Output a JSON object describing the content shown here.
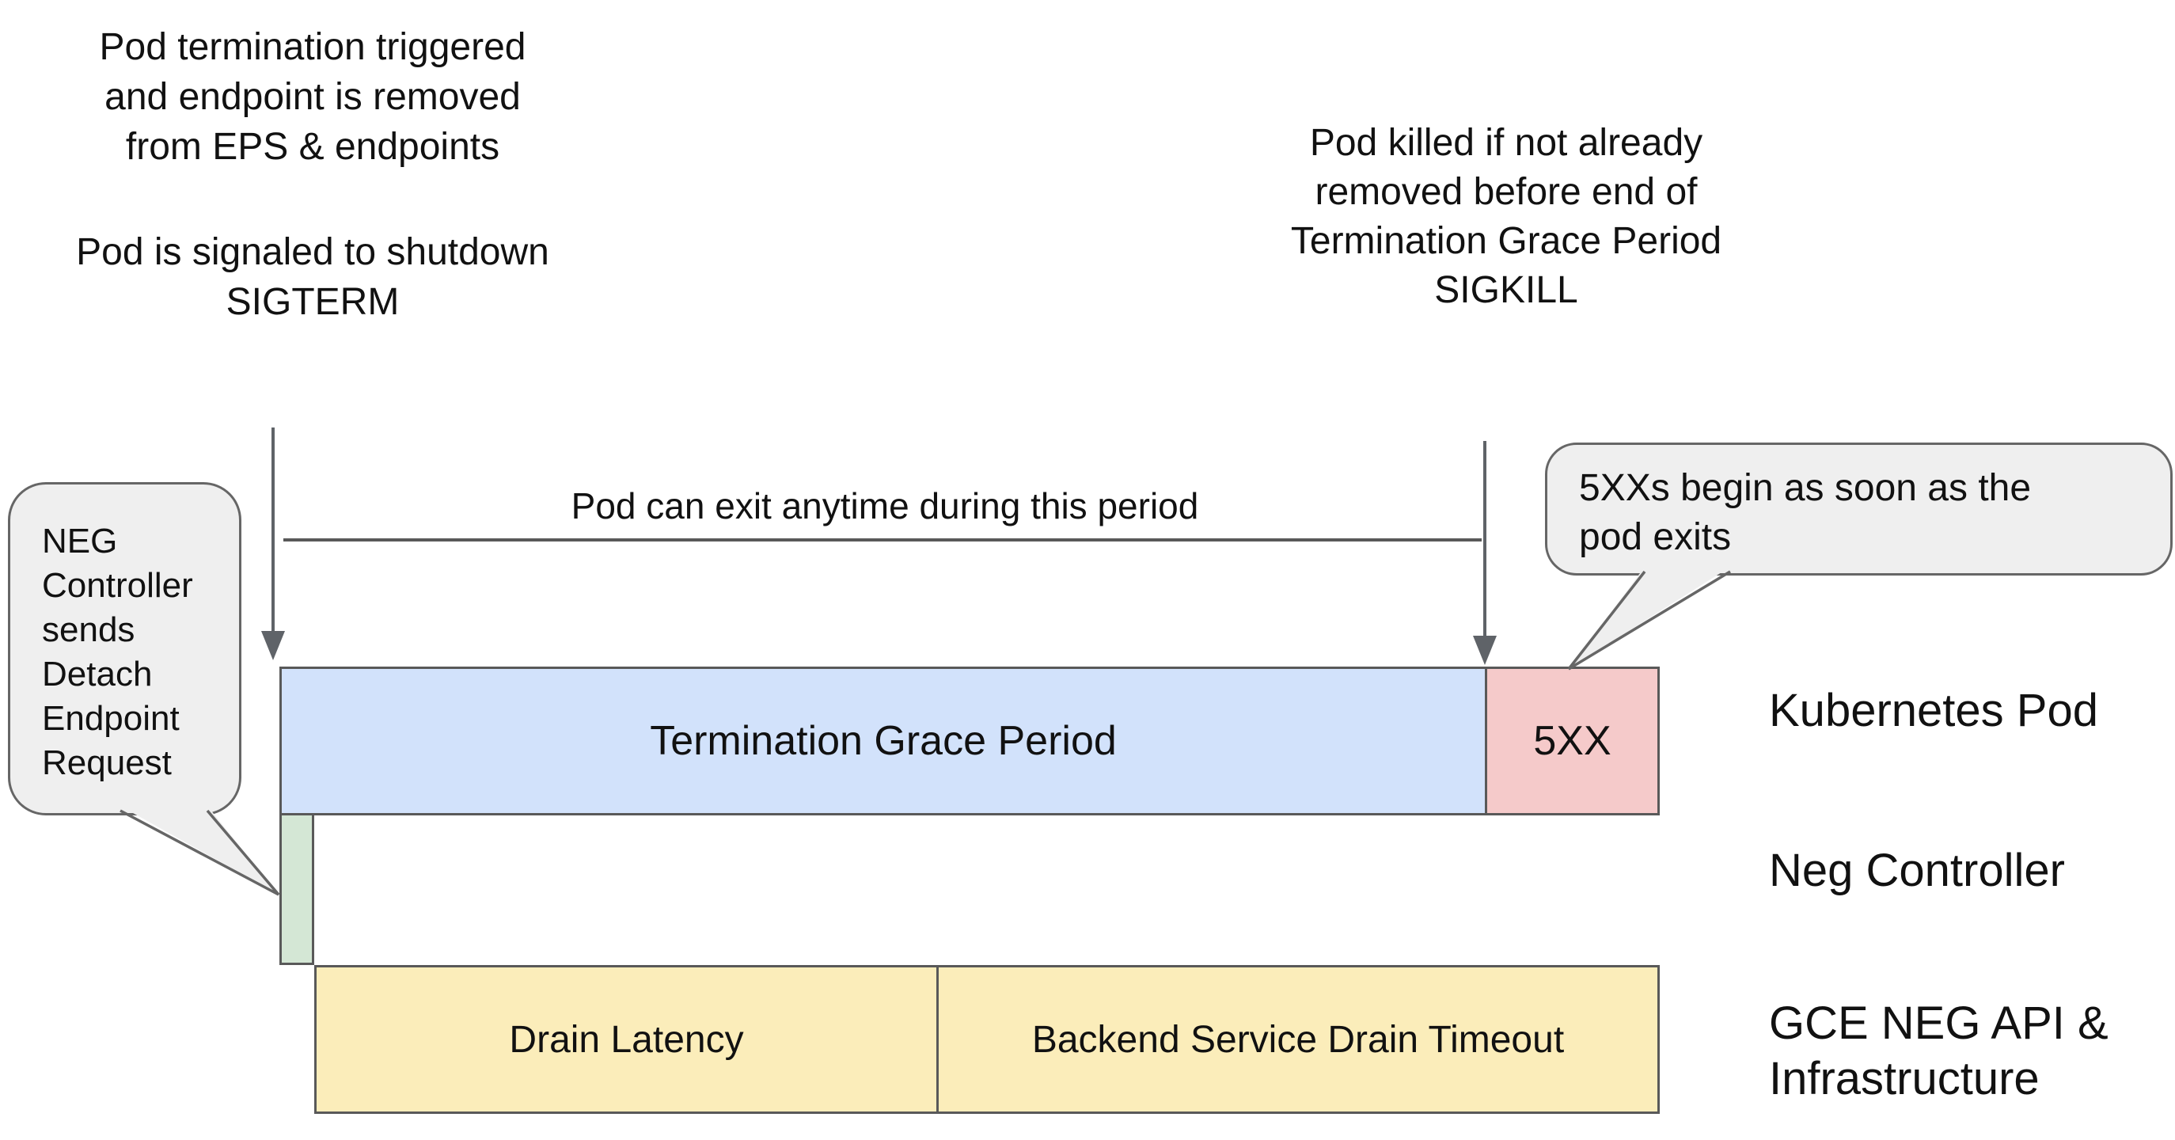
{
  "title": "Kubernetes Pod termination / NEG drain timeline diagram",
  "colors": {
    "grace_period_fill": "#d2e2fb",
    "fivexx_fill": "#f5caca",
    "neg_detach_fill": "#d4e7d5",
    "drain_fill": "#fbedba",
    "bar_border": "#595959",
    "bubble_fill": "#efefef",
    "bubble_border": "#666666",
    "arrow_color": "#5f6368",
    "text_color": "#111111"
  },
  "annotations": {
    "top_left": {
      "lines": [
        "Pod termination triggered",
        "and endpoint is removed",
        "from EPS & endpoints"
      ],
      "lines2": [
        "Pod is signaled to shutdown",
        "SIGTERM"
      ]
    },
    "top_right": {
      "lines": [
        "Pod killed if not already",
        "removed before end of",
        "Termination Grace Period",
        "SIGKILL"
      ]
    },
    "exit_period_label": "Pod can exit anytime during this period"
  },
  "bubbles": {
    "left": {
      "lines": [
        "NEG",
        "Controller",
        "sends",
        "Detach",
        "Endpoint",
        "Request"
      ]
    },
    "right": {
      "lines": [
        "5XXs begin as soon as the",
        "pod exits"
      ]
    }
  },
  "timeline": {
    "rows": [
      {
        "label": "Kubernetes Pod",
        "segments": [
          {
            "label": "Termination Grace Period",
            "color": "#d2e2fb"
          },
          {
            "label": "5XX",
            "color": "#f5caca"
          }
        ]
      },
      {
        "label": "Neg Controller",
        "segments": [
          {
            "label": "",
            "color": "#d4e7d5"
          }
        ]
      },
      {
        "label_lines": [
          "GCE NEG API &",
          "Infrastructure"
        ],
        "segments": [
          {
            "label": "Drain Latency",
            "color": "#fbedba"
          },
          {
            "label": "Backend Service Drain Timeout",
            "color": "#fbedba"
          }
        ]
      }
    ]
  }
}
